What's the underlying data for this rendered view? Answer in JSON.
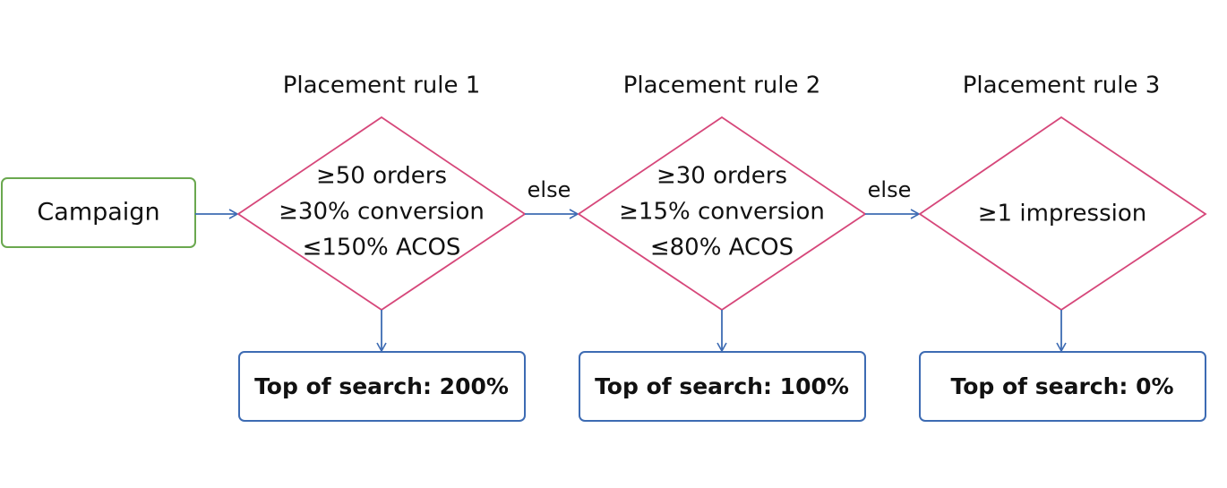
{
  "colors": {
    "start_border": "#6aa84f",
    "diamond_border": "#d6477a",
    "result_border": "#3d6bb3",
    "arrow": "#3d6bb3",
    "text": "#111111"
  },
  "start": {
    "label": "Campaign"
  },
  "else_label": "else",
  "rules": [
    {
      "title": "Placement rule 1",
      "conditions": [
        "≥50 orders",
        "≥30% conversion",
        "≤150% ACOS"
      ],
      "result": "Top of search: 200%"
    },
    {
      "title": "Placement rule 2",
      "conditions": [
        "≥30 orders",
        "≥15% conversion",
        "≤80% ACOS"
      ],
      "result": "Top of search: 100%"
    },
    {
      "title": "Placement rule 3",
      "conditions": [
        "≥1 impression"
      ],
      "result": "Top of search: 0%"
    }
  ]
}
